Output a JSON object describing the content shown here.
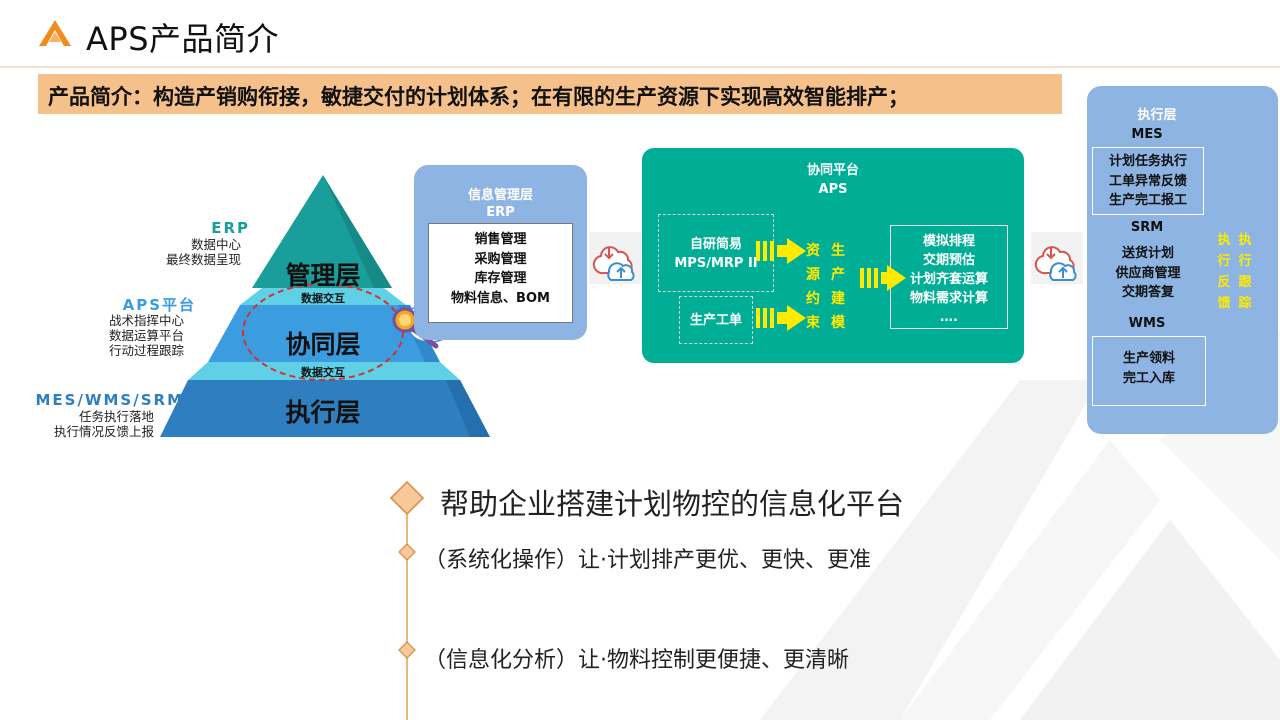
{
  "header": {
    "title": "APS产品简介",
    "banner": "产品简介：构造产销购衔接，敏捷交付的计划体系；在有限的生产资源下实现高效智能排产；"
  },
  "pyramid": {
    "layers": [
      {
        "name": "管理层",
        "category": "ERP",
        "desc": [
          "数据中心",
          "最终数据呈现"
        ]
      },
      {
        "name": "协同层",
        "category": "APS平台",
        "desc": [
          "战术指挥中心",
          "数据运算平台",
          "行动过程跟踪"
        ]
      },
      {
        "name": "执行层",
        "category": "MES/WMS/SRM",
        "desc": [
          "任务执行落地",
          "执行情况反馈上报"
        ]
      }
    ],
    "band_upper": "数据交互",
    "band_lower": "数据交互"
  },
  "info_layer": {
    "title": "信息管理层",
    "subtitle": "ERP",
    "items": [
      "销售管理",
      "采购管理",
      "库存管理",
      "物料信息、BOM"
    ]
  },
  "collab_platform": {
    "title": "协同平台",
    "subtitle": "APS",
    "source_top": "自研简易",
    "source_top2": "MPS/MRP II",
    "source_bottom": "生产工单",
    "constraint_vertical": [
      "资",
      "源",
      "约",
      "束"
    ],
    "modeling_vertical": [
      "生",
      "产",
      "建",
      "模"
    ],
    "functions": [
      "模拟排程",
      "交期预估",
      "计划齐套运算",
      "物料需求计算",
      "…."
    ]
  },
  "execution_layer": {
    "title": "执行层",
    "mes": {
      "title": "MES",
      "items": [
        "计划任务执行",
        "工单异常反馈",
        "生产完工报工"
      ]
    },
    "srm": {
      "title": "SRM",
      "items": [
        "送货计划",
        "供应商管理",
        "交期答复"
      ]
    },
    "wms": {
      "title": "WMS",
      "items": [
        "生产领料",
        "完工入库"
      ]
    },
    "side_label_a": [
      "执",
      "行",
      "反",
      "馈"
    ],
    "side_label_b": [
      "执",
      "行",
      "跟",
      "踪"
    ]
  },
  "summary": {
    "headline": "帮助企业搭建计划物控的信息化平台",
    "points": [
      "（系统化操作）让·计划排产更优、更快、更准",
      "（信息化分析）让·物料控制更便捷、更清晰"
    ]
  },
  "colors": {
    "banner": "#f6c08a",
    "logo": "#f08c1e",
    "pyramid_top": "#159e9a",
    "pyramid_mid": "#3b9ce0",
    "pyramid_bottom": "#2f7fc0",
    "aps_green": "#00ae95",
    "panel_blue": "#8db4e2",
    "arrow_yellow": "#ffea00",
    "ellipse_red": "#d63030",
    "diamond": "#f5c99a"
  }
}
